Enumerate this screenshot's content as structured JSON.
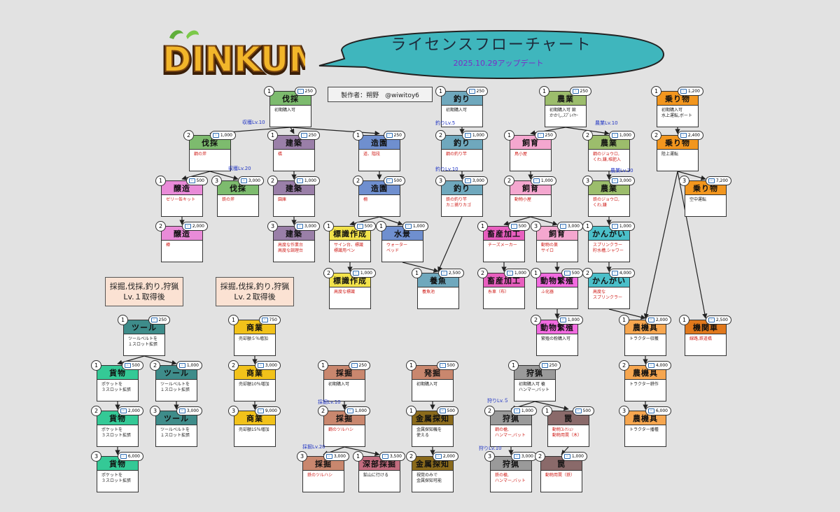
{
  "logo_text": "DINKUM",
  "title": "ライセンスフローチャート",
  "date": "2025.10.29アップデート",
  "credit": "製作者：朔野　@wiwitoy6",
  "notes": [
    {
      "id": "note1",
      "text": "採掘,伐採,釣り,狩猟\nLv.１取得後"
    },
    {
      "id": "note2",
      "text": "採掘,伐採,釣り,狩猟\nLv.２取得後"
    }
  ],
  "colors": {
    "伐採": "#7dbb6e",
    "建築": "#9a7fa8",
    "造園": "#6f8fcf",
    "醸造": "#e98bd8",
    "標識作成": "#f2e24a",
    "水景": "#6f8fcf",
    "釣り": "#6fa8bd",
    "養魚": "#6fa8bd",
    "農業": "#9cbd6c",
    "飼育": "#f4a7cf",
    "畜産加工": "#e85fbf",
    "動物繁殖": "#f26be0",
    "かんがい": "#4bbfc9",
    "乗り物": "#f2961e",
    "農機具": "#f6a64f",
    "機関車": "#e0781c",
    "ツール": "#3e8c8a",
    "貨物": "#34c996",
    "商業": "#f2c21a",
    "採掘": "#c9876e",
    "深部採掘": "#c26b7e",
    "発掘": "#c9876e",
    "金属探知": "#8a6a1c",
    "狩猟": "#9a9a9a",
    "罠": "#8a6a6a"
  },
  "nodes": [
    {
      "id": "bassai1",
      "lvl": "1",
      "cost": "250",
      "title": "伐採",
      "desc": "初期購入可",
      "red": false
    },
    {
      "id": "bassai2",
      "lvl": "2",
      "cost": "1,000",
      "title": "伐採",
      "desc": "鋼の斧",
      "red": true
    },
    {
      "id": "bassai3",
      "lvl": "3",
      "cost": "3,000",
      "title": "伐採",
      "desc": "鉄の斧",
      "red": true
    },
    {
      "id": "jozo1",
      "lvl": "1",
      "cost": "500",
      "title": "醸造",
      "desc": "ゼリー缶キット",
      "red": true
    },
    {
      "id": "jozo2",
      "lvl": "2",
      "cost": "2,000",
      "title": "醸造",
      "desc": "樽",
      "red": true
    },
    {
      "id": "kenchiku1",
      "lvl": "1",
      "cost": "250",
      "title": "建築",
      "desc": "橋",
      "red": true
    },
    {
      "id": "kenchiku2",
      "lvl": "2",
      "cost": "1,000",
      "title": "建築",
      "desc": "園庫",
      "red": true
    },
    {
      "id": "kenchiku3",
      "lvl": "3",
      "cost": "3,000",
      "title": "建築",
      "desc": "高度な作業台\n高度な調理台",
      "red": true
    },
    {
      "id": "zoen1",
      "lvl": "1",
      "cost": "250",
      "title": "造園",
      "desc": "道、階段",
      "red": true
    },
    {
      "id": "zoen2",
      "lvl": "2",
      "cost": "500",
      "title": "造園",
      "desc": "柵",
      "red": true
    },
    {
      "id": "hyoshiki1",
      "lvl": "1",
      "cost": "500",
      "title": "標識作成",
      "desc": "サイン台、標識\n標識用ペン",
      "red": true
    },
    {
      "id": "hyoshiki2",
      "lvl": "2",
      "cost": "1,000",
      "title": "標識作成",
      "desc": "高度な標識",
      "red": true
    },
    {
      "id": "suikei1",
      "lvl": "1",
      "cost": "1,000",
      "title": "水景",
      "desc": "ウォーター\nベッド",
      "red": true
    },
    {
      "id": "tsuri1",
      "lvl": "1",
      "cost": "250",
      "title": "釣り",
      "desc": "初期購入可",
      "red": false
    },
    {
      "id": "tsuri2",
      "lvl": "2",
      "cost": "1,000",
      "title": "釣り",
      "desc": "鋼の釣り竿",
      "red": true
    },
    {
      "id": "tsuri3",
      "lvl": "3",
      "cost": "3,000",
      "title": "釣り",
      "desc": "鉄の釣り竿\nカニ捕りカゴ",
      "red": true
    },
    {
      "id": "yogyo1",
      "lvl": "1",
      "cost": "2,500",
      "title": "養魚",
      "desc": "養魚池",
      "red": true
    },
    {
      "id": "nogyo1",
      "lvl": "1",
      "cost": "250",
      "title": "農業",
      "desc": "初期購入可 鍬\nかかし,ｽﾌﾟﾚｲﾔｰ",
      "red": false
    },
    {
      "id": "nogyo2",
      "lvl": "2",
      "cost": "1,000",
      "title": "農業",
      "desc": "鋼のジョウロ,\nくわ,鎌,堆肥入",
      "red": true
    },
    {
      "id": "nogyo3",
      "lvl": "3",
      "cost": "3,000",
      "title": "農業",
      "desc": "鉄のジョウロ,\nくわ,鎌",
      "red": true
    },
    {
      "id": "shiiku1",
      "lvl": "1",
      "cost": "250",
      "title": "飼育",
      "desc": "鳥小屋",
      "red": true
    },
    {
      "id": "shiiku2",
      "lvl": "2",
      "cost": "1,000",
      "title": "飼育",
      "desc": "動物小屋",
      "red": true
    },
    {
      "id": "shiiku3",
      "lvl": "3",
      "cost": "3,000",
      "title": "飼育",
      "desc": "動物の巣\nサイロ",
      "red": true
    },
    {
      "id": "chikusan1",
      "lvl": "1",
      "cost": "500",
      "title": "畜産加工",
      "desc": "チーズメーカー",
      "red": true
    },
    {
      "id": "chikusan2",
      "lvl": "2",
      "cost": "1,000",
      "title": "畜産加工",
      "desc": "糸車（布）",
      "red": true
    },
    {
      "id": "hanshoku1",
      "lvl": "1",
      "cost": "500",
      "title": "動物繁殖",
      "desc": "ふ化器",
      "red": true
    },
    {
      "id": "hanshoku2",
      "lvl": "2",
      "cost": "1,000",
      "title": "動物繁殖",
      "desc": "繁殖の粉購入可",
      "red": false
    },
    {
      "id": "kangai1",
      "lvl": "1",
      "cost": "1,000",
      "title": "かんがい",
      "desc": "スプリンクラー\n貯水槽,シャワー",
      "red": true
    },
    {
      "id": "kangai2",
      "lvl": "2",
      "cost": "4,000",
      "title": "かんがい",
      "desc": "高度な\nスプリンクラー",
      "red": true
    },
    {
      "id": "norimono1",
      "lvl": "1",
      "cost": "1,200",
      "title": "乗り物",
      "desc": "初期購入可\n水上運転,ボート",
      "red": false
    },
    {
      "id": "norimono2",
      "lvl": "2",
      "cost": "2,400",
      "title": "乗り物",
      "desc": "陸上運転",
      "red": false
    },
    {
      "id": "norimono3",
      "lvl": "3",
      "cost": "7,200",
      "title": "乗り物",
      "desc": "空中運転",
      "red": false
    },
    {
      "id": "nokigu1",
      "lvl": "1",
      "cost": "2,000",
      "title": "農機具",
      "desc": "トラクター収穫",
      "red": false
    },
    {
      "id": "nokigu2",
      "lvl": "2",
      "cost": "4,000",
      "title": "農機具",
      "desc": "トラクター耕作",
      "red": false
    },
    {
      "id": "nokigu3",
      "lvl": "3",
      "cost": "6,000",
      "title": "農機具",
      "desc": "トラクター播種",
      "red": false
    },
    {
      "id": "kikansha1",
      "lvl": "1",
      "cost": "2,500",
      "title": "機関車",
      "desc": "線路,鉄道橋",
      "red": true
    },
    {
      "id": "tool1",
      "lvl": "1",
      "cost": "250",
      "title": "ツール",
      "desc": "ツールベルトを\n１スロット拡張",
      "red": false
    },
    {
      "id": "tool2",
      "lvl": "2",
      "cost": "1,000",
      "title": "ツール",
      "desc": "ツールベルトを\n１スロット拡張",
      "red": false
    },
    {
      "id": "tool3",
      "lvl": "3",
      "cost": "3,000",
      "title": "ツール",
      "desc": "ツールベルトを\n１スロット拡張",
      "red": false
    },
    {
      "id": "kamotsu1",
      "lvl": "1",
      "cost": "500",
      "title": "貨物",
      "desc": "ポケットを\n３スロット拡張",
      "red": false
    },
    {
      "id": "kamotsu2",
      "lvl": "2",
      "cost": "2,000",
      "title": "貨物",
      "desc": "ポケットを\n３スロット拡張",
      "red": false
    },
    {
      "id": "kamotsu3",
      "lvl": "3",
      "cost": "6,000",
      "title": "貨物",
      "desc": "ポケットを\n３スロット拡張",
      "red": false
    },
    {
      "id": "shogyo1",
      "lvl": "1",
      "cost": "750",
      "title": "商業",
      "desc": "売却額５％増加",
      "red": false
    },
    {
      "id": "shogyo2",
      "lvl": "2",
      "cost": "3,000",
      "title": "商業",
      "desc": "売却額10％増加",
      "red": false
    },
    {
      "id": "shogyo3",
      "lvl": "3",
      "cost": "9,000",
      "title": "商業",
      "desc": "売却額15％増加",
      "red": false
    },
    {
      "id": "saikutsu1",
      "lvl": "1",
      "cost": "250",
      "title": "採掘",
      "desc": "初期購入可",
      "red": false
    },
    {
      "id": "saikutsu2",
      "lvl": "2",
      "cost": "1,000",
      "title": "採掘",
      "desc": "鋼のツルハシ",
      "red": true
    },
    {
      "id": "saikutsu3",
      "lvl": "3",
      "cost": "3,000",
      "title": "採掘",
      "desc": "鉄のツルハシ",
      "red": true
    },
    {
      "id": "shinbu1",
      "lvl": "1",
      "cost": "3,500",
      "title": "深部採掘",
      "desc": "鉱山に行ける",
      "red": false
    },
    {
      "id": "hakkutsu1",
      "lvl": "1",
      "cost": "500",
      "title": "発掘",
      "desc": "初期購入可",
      "red": false
    },
    {
      "id": "kinzoku1",
      "lvl": "1",
      "cost": "500",
      "title": "金属探知",
      "desc": "金属探知機を\n使える",
      "red": false
    },
    {
      "id": "kinzoku2",
      "lvl": "2",
      "cost": "2,000",
      "title": "金属探知",
      "desc": "視覚のみで\n金属探知可能",
      "red": false
    },
    {
      "id": "shuryo1",
      "lvl": "1",
      "cost": "250",
      "title": "狩猟",
      "desc": "初期購入可 槍\nハンマー,バット",
      "red": false
    },
    {
      "id": "shuryo2",
      "lvl": "2",
      "cost": "1,000",
      "title": "狩猟",
      "desc": "鋼の槍,\nハンマー,バット",
      "red": true
    },
    {
      "id": "shuryo3",
      "lvl": "3",
      "cost": "3,000",
      "title": "狩猟",
      "desc": "鉄の槍,\nハンマー,バット",
      "red": true
    },
    {
      "id": "wana1",
      "lvl": "1",
      "cost": "500",
      "title": "罠",
      "desc": "動物ｺﾚｸｼｮﾝ\n動物用罠（木）",
      "red": true
    },
    {
      "id": "wana2",
      "lvl": "2",
      "cost": "1,000",
      "title": "罠",
      "desc": "動物用罠（鉄）",
      "red": true
    }
  ],
  "prereqs": [
    {
      "id": "pre-bassai2",
      "text": "収穫Lv.10"
    },
    {
      "id": "pre-bassai3",
      "text": "収穫Lv.20"
    },
    {
      "id": "pre-tsuri2",
      "text": "釣りLv.5"
    },
    {
      "id": "pre-tsuri3",
      "text": "釣りLv.10"
    },
    {
      "id": "pre-nogyo2",
      "text": "農業Lv.10"
    },
    {
      "id": "pre-nogyo3",
      "text": "農業Lv.20"
    },
    {
      "id": "pre-saikutsu2",
      "text": "採掘Lv.10"
    },
    {
      "id": "pre-saikutsu3",
      "text": "採掘Lv.20"
    },
    {
      "id": "pre-shuryo2",
      "text": "狩りLv.５"
    },
    {
      "id": "pre-shuryo3",
      "text": "狩りLv.10"
    }
  ],
  "edges": [
    [
      "bassai1",
      "bassai2"
    ],
    [
      "bassai1",
      "kenchiku1"
    ],
    [
      "bassai1",
      "zoen1"
    ],
    [
      "bassai2",
      "jozo1"
    ],
    [
      "bassai2",
      "bassai3"
    ],
    [
      "jozo1",
      "jozo2"
    ],
    [
      "kenchiku1",
      "kenchiku2"
    ],
    [
      "kenchiku2",
      "kenchiku3"
    ],
    [
      "zoen1",
      "zoen2"
    ],
    [
      "zoen2",
      "hyoshiki1"
    ],
    [
      "zoen2",
      "suikei1"
    ],
    [
      "hyoshiki1",
      "hyoshiki2"
    ],
    [
      "tsuri1",
      "tsuri2"
    ],
    [
      "tsuri2",
      "tsuri3"
    ],
    [
      "tsuri3",
      "yogyo1"
    ],
    [
      "suikei1",
      "yogyo1"
    ],
    [
      "nogyo1",
      "shiiku1"
    ],
    [
      "nogyo1",
      "nogyo2"
    ],
    [
      "shiiku1",
      "shiiku2"
    ],
    [
      "nogyo2",
      "nogyo3"
    ],
    [
      "shiiku2",
      "chikusan1"
    ],
    [
      "shiiku2",
      "shiiku3"
    ],
    [
      "chikusan1",
      "chikusan2"
    ],
    [
      "shiiku3",
      "hanshoku1"
    ],
    [
      "hanshoku1",
      "hanshoku2"
    ],
    [
      "nogyo3",
      "kangai1"
    ],
    [
      "kangai1",
      "kangai2"
    ],
    [
      "kangai2",
      "nokigu1"
    ],
    [
      "nokigu1",
      "nokigu2"
    ],
    [
      "nokigu2",
      "nokigu3"
    ],
    [
      "norimono1",
      "norimono2"
    ],
    [
      "norimono2",
      "norimono3"
    ],
    [
      "norimono2",
      "nokigu1"
    ],
    [
      "norimono2",
      "kikansha1"
    ],
    [
      "tool1",
      "kamotsu1"
    ],
    [
      "tool1",
      "tool2"
    ],
    [
      "kamotsu1",
      "kamotsu2"
    ],
    [
      "tool2",
      "tool3"
    ],
    [
      "kamotsu2",
      "kamotsu3"
    ],
    [
      "shogyo1",
      "shogyo2"
    ],
    [
      "shogyo2",
      "shogyo3"
    ],
    [
      "saikutsu1",
      "saikutsu2"
    ],
    [
      "saikutsu2",
      "saikutsu3"
    ],
    [
      "saikutsu2",
      "shinbu1"
    ],
    [
      "hakkutsu1",
      "kinzoku1"
    ],
    [
      "kinzoku1",
      "kinzoku2"
    ],
    [
      "shuryo1",
      "shuryo2"
    ],
    [
      "shuryo1",
      "wana1"
    ],
    [
      "shuryo2",
      "shuryo3"
    ],
    [
      "wana1",
      "wana2"
    ]
  ]
}
